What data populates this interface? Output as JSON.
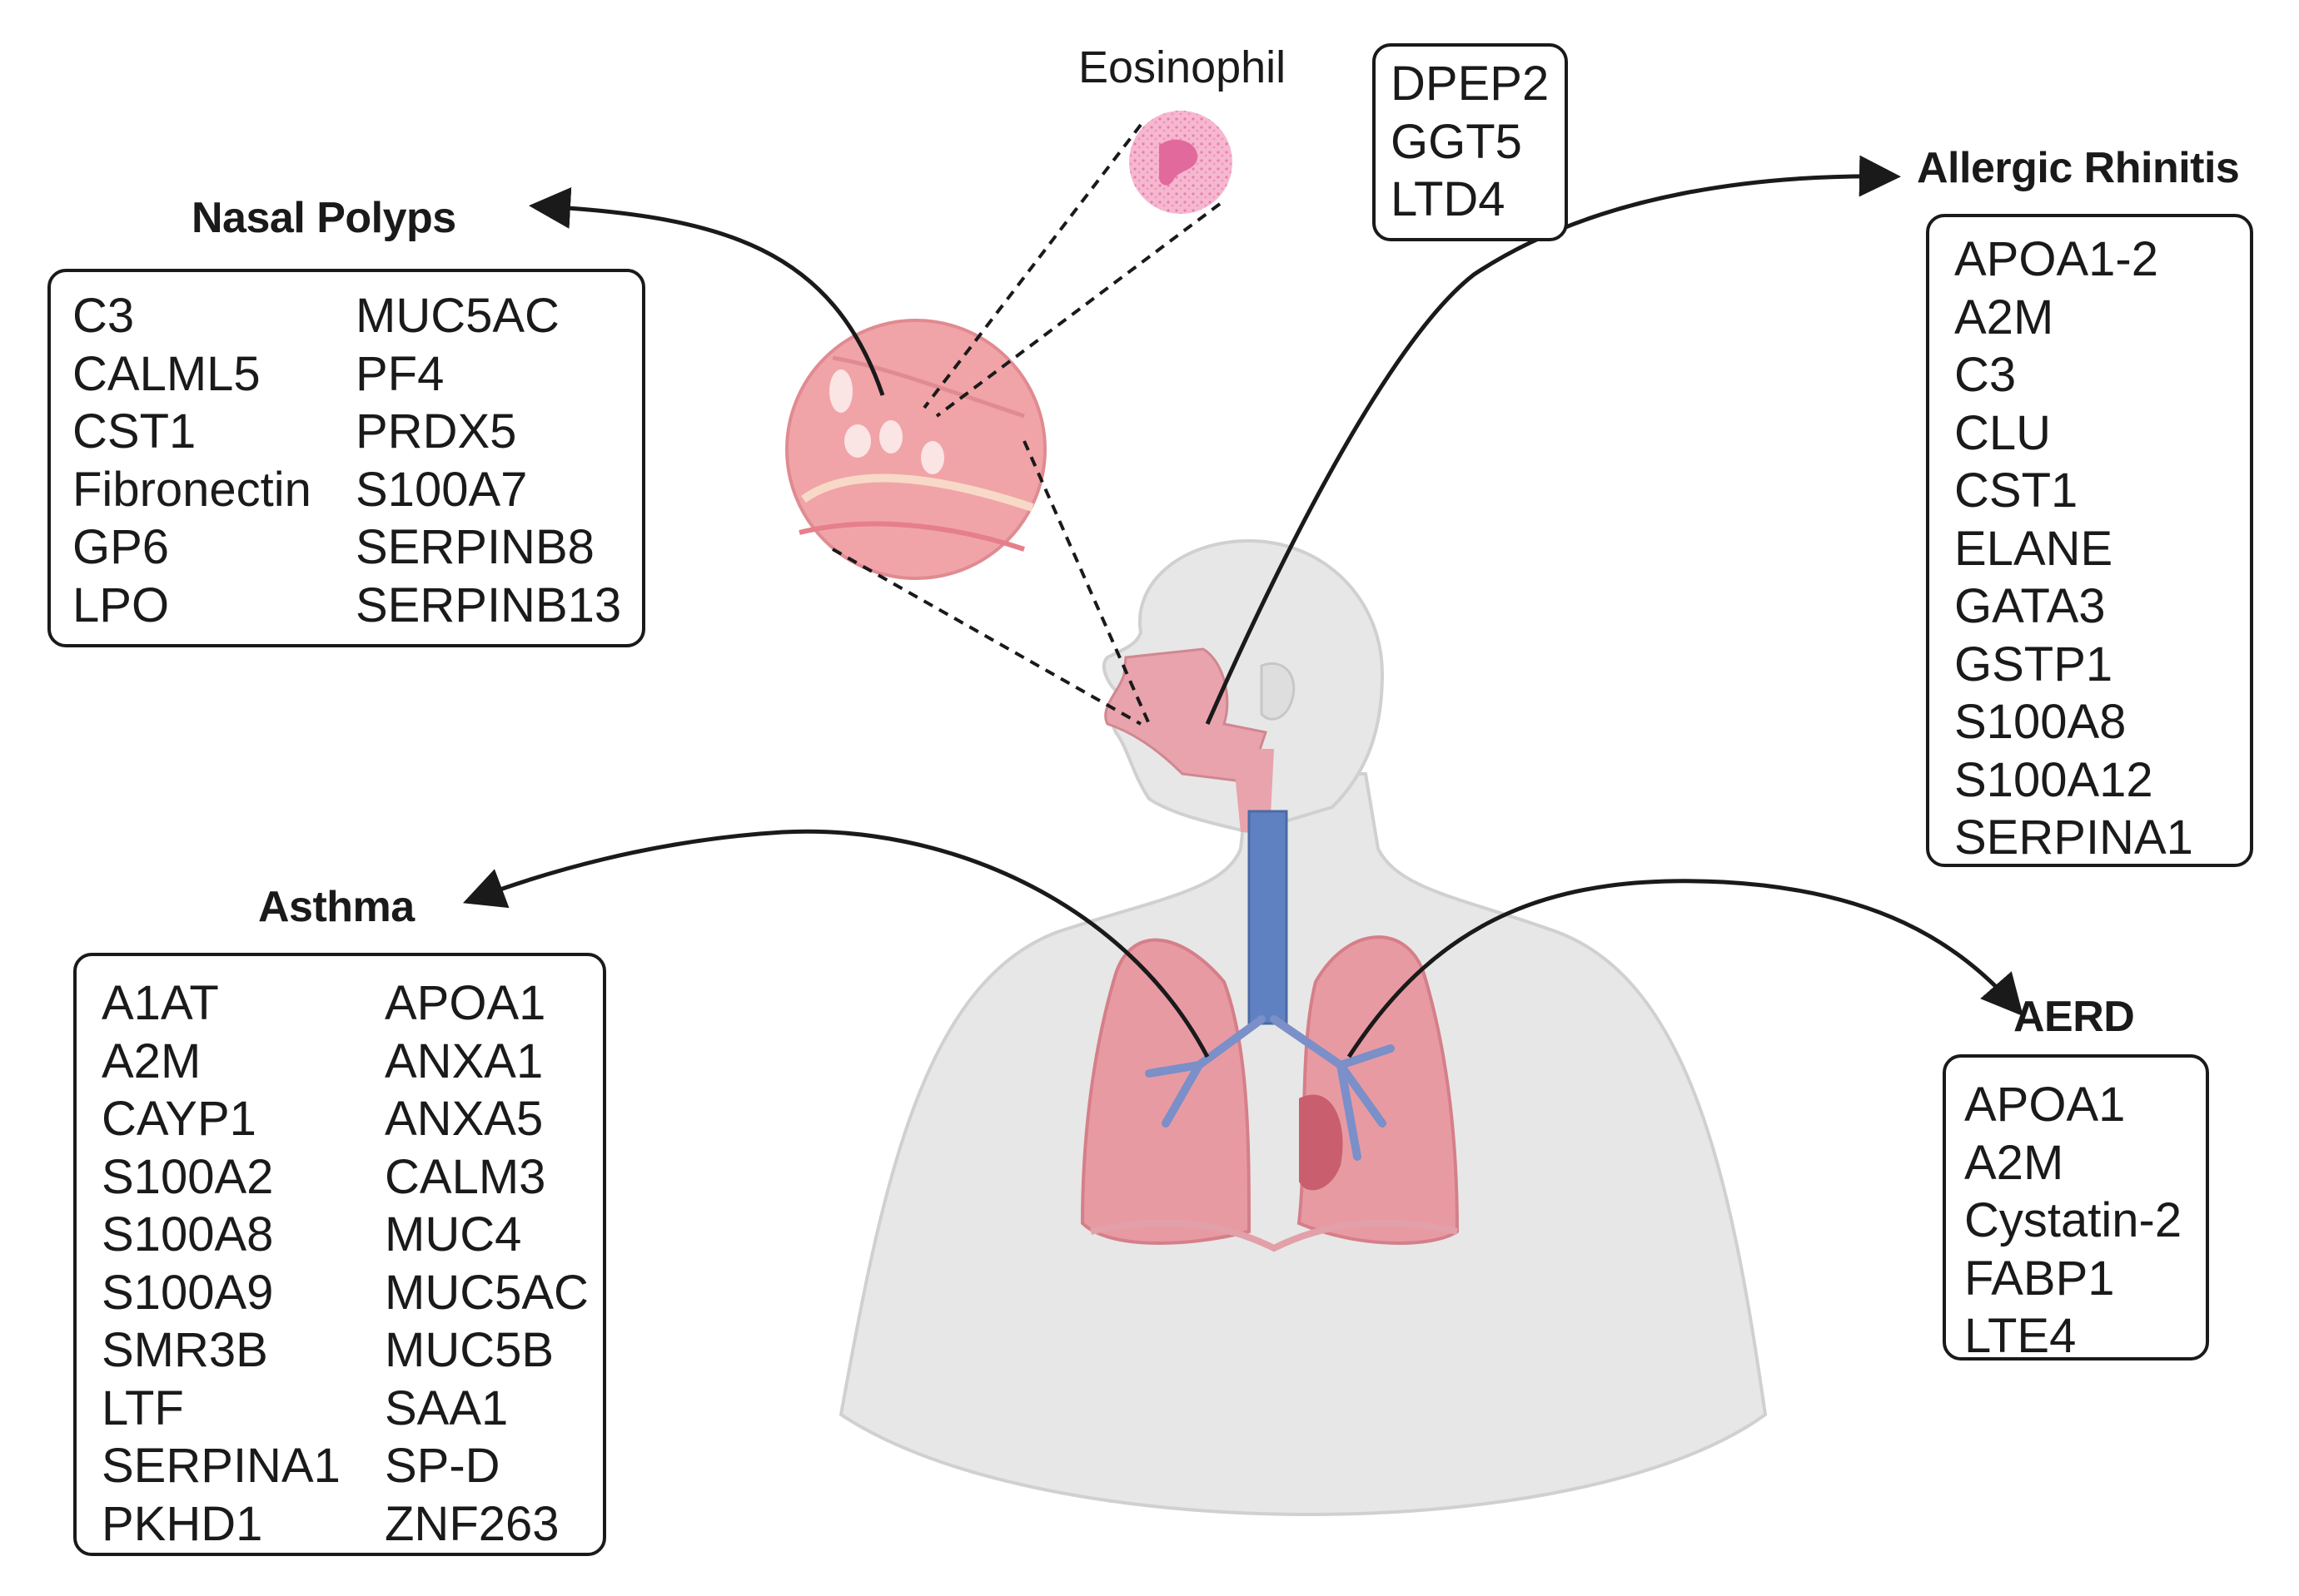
{
  "colors": {
    "skin": "#e7e7e7",
    "skin_outline": "#cfcfcf",
    "lung": "#e59aa3",
    "lung_dark": "#d77f89",
    "trachea": "#5c7fbf",
    "bronchi": "#7c8fc7",
    "nasal": "#f0a1a6",
    "eosinophil": "#f5b6cf",
    "arrow": "#1a1a1a"
  },
  "eosinophil": {
    "label": "Eosinophil"
  },
  "mediators": {
    "items": [
      "DPEP2",
      "GGT5",
      "LTD4"
    ]
  },
  "nasal_polyps": {
    "title": "Nasal Polyps",
    "col1": [
      "C3",
      "CALML5",
      "CST1",
      "Fibronectin",
      "GP6",
      "LPO"
    ],
    "col2": [
      "MUC5AC",
      "PF4",
      "PRDX5",
      "S100A7",
      "SERPINB8",
      "SERPINB13"
    ]
  },
  "allergic_rhinitis": {
    "title": "Allergic Rhinitis",
    "items": [
      "APOA1-2",
      "A2M",
      "C3",
      "CLU",
      "CST1",
      "ELANE",
      "GATA3",
      "GSTP1",
      "S100A8",
      "S100A12",
      "SERPINA1"
    ]
  },
  "asthma": {
    "title": "Asthma",
    "col1": [
      "A1AT",
      "A2M",
      "CAYP1",
      "S100A2",
      "S100A8",
      "S100A9",
      "SMR3B",
      "LTF",
      "SERPINA1",
      "PKHD1"
    ],
    "col2": [
      "APOA1",
      "ANXA1",
      "ANXA5",
      "CALM3",
      "MUC4",
      "MUC5AC",
      "MUC5B",
      "SAA1",
      "SP-D",
      "ZNF263"
    ]
  },
  "aerd": {
    "title": "AERD",
    "items": [
      "APOA1",
      "A2M",
      "Cystatin-2",
      "FABP1",
      "LTE4"
    ]
  }
}
